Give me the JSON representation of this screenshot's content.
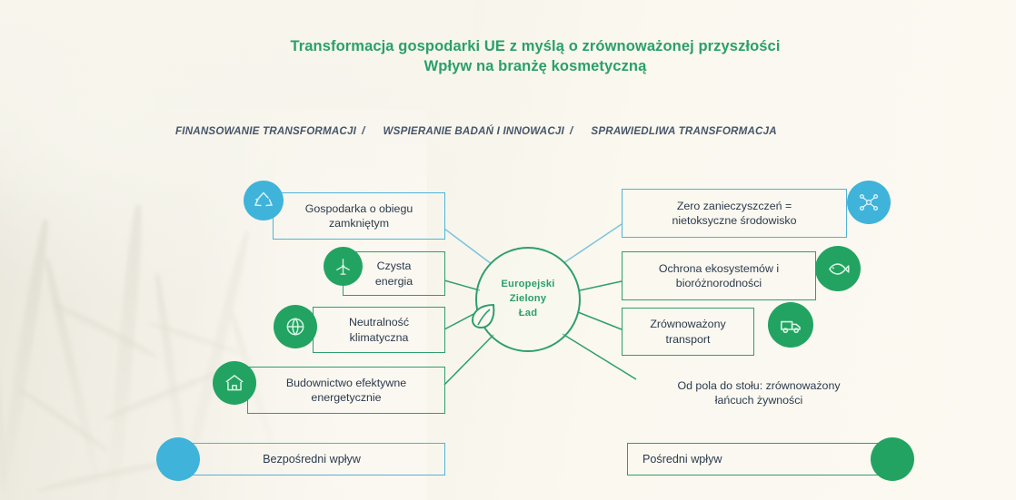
{
  "title": "Transformacja gospodarki UE z myślą o zrównoważonej przyszłości\nWpływ na branżę kosmetyczną",
  "pillars": {
    "item1": "FINANSOWANIE TRANSFORMACJI",
    "sep1": "/",
    "item2": "WSPIERANIE BADAŃ I INNOWACJI",
    "sep2": "/",
    "item3": "SPRAWIEDLIWA TRANSFORMACJA"
  },
  "core": {
    "label": "Europejski\nZielony\nŁad",
    "icon": "leaf-icon"
  },
  "left_nodes": [
    {
      "label": "Gospodarka o obiegu\nzamkniętym",
      "icon": "recycle-icon",
      "color": "#3fb3d9",
      "impact": "direct"
    },
    {
      "label": "Czysta\nenergia",
      "icon": "wind-turbine-icon",
      "color": "#23a361",
      "impact": "indirect"
    },
    {
      "label": "Neutralność\nklimatyczna",
      "icon": "globe-icon",
      "color": "#23a361",
      "impact": "indirect"
    },
    {
      "label": "Budownictwo efektywne\nenergetycznie",
      "icon": "house-icon",
      "color": "#23a361",
      "impact": "indirect"
    }
  ],
  "right_nodes": [
    {
      "label": "Zero zanieczyszczeń =\nnietoksyczne środowisko",
      "icon": "molecule-icon",
      "color": "#3fb3d9",
      "impact": "direct"
    },
    {
      "label": "Ochrona ekosystemów i\nbioróżnorodności",
      "icon": "fish-icon",
      "color": "#23a361",
      "impact": "indirect"
    },
    {
      "label": "Zrównoważony\ntransport",
      "icon": "truck-icon",
      "color": "#23a361",
      "impact": "indirect"
    },
    {
      "label": "Od pola do stołu: zrównoważony\nłańcuch żywności",
      "icon": "none",
      "color": "",
      "impact": "indirect"
    }
  ],
  "legend": {
    "direct": "Bezpośredni wpływ",
    "indirect": "Pośredni wpływ",
    "direct_color": "#3fb3d9",
    "indirect_color": "#23a361"
  },
  "colors": {
    "green": "#2f9e6e",
    "green_fill": "#23a361",
    "blue": "#4fb4d8",
    "blue_fill": "#3fb3d9",
    "title_green": "#2aa06a",
    "text_navy": "#2b3a4d",
    "background": "#f6f4ea"
  }
}
